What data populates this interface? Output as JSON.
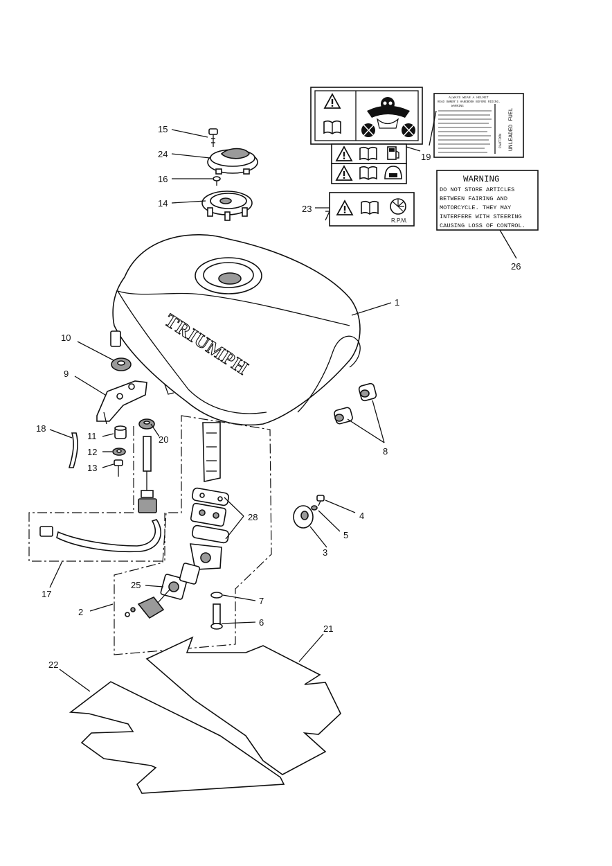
{
  "diagram": {
    "callouts": [
      {
        "id": "c1",
        "text": "1"
      },
      {
        "id": "c2",
        "text": "2"
      },
      {
        "id": "c3",
        "text": "3"
      },
      {
        "id": "c4",
        "text": "4"
      },
      {
        "id": "c5",
        "text": "5"
      },
      {
        "id": "c6",
        "text": "6"
      },
      {
        "id": "c7",
        "text": "7"
      },
      {
        "id": "c8",
        "text": "8"
      },
      {
        "id": "c9",
        "text": "9"
      },
      {
        "id": "c10",
        "text": "10"
      },
      {
        "id": "c11",
        "text": "11"
      },
      {
        "id": "c12",
        "text": "12"
      },
      {
        "id": "c13",
        "text": "13"
      },
      {
        "id": "c14",
        "text": "14"
      },
      {
        "id": "c15",
        "text": "15"
      },
      {
        "id": "c16",
        "text": "16"
      },
      {
        "id": "c17",
        "text": "17"
      },
      {
        "id": "c18",
        "text": "18"
      },
      {
        "id": "c19",
        "text": "19"
      },
      {
        "id": "c20",
        "text": "20"
      },
      {
        "id": "c21",
        "text": "21"
      },
      {
        "id": "c22",
        "text": "22"
      },
      {
        "id": "c23",
        "text": "23"
      },
      {
        "id": "c24",
        "text": "24"
      },
      {
        "id": "c25",
        "text": "25"
      },
      {
        "id": "c26",
        "text": "26"
      },
      {
        "id": "c28",
        "text": "28"
      }
    ],
    "tank_brand": "TRIUMPH",
    "warning_label": {
      "title": "WARNING",
      "lines": [
        "DO NOT STORE ARTICLES",
        "BETWEEN FAIRING AND",
        "MOTORCYCLE. THEY MAY",
        "INTERFERE WITH STEERING",
        "CAUSING LOSS OF CONTROL."
      ]
    },
    "helmet_label": {
      "heading": "ALWAYS WEAR A HELMET",
      "subheading": "READ OWNER'S HANDBOOK BEFORE RIDING.",
      "warning_word": "WARNING",
      "side_text": "UNLEADED FUEL",
      "side_small": "CAUTION"
    },
    "rpm_label": "R.P.M.",
    "icons": [
      "warning-triangle-icon",
      "handbook-icon",
      "fuel-pump-icon",
      "helmet-icon",
      "tachometer-icon"
    ]
  }
}
